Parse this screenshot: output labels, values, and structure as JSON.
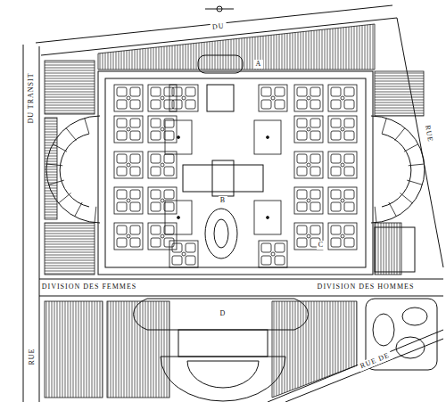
{
  "diagram": {
    "labels": [
      "DU TRANSIT",
      "RUE",
      "RUE",
      "DU",
      "DIVISION DES FEMMES",
      "DIVISION DES HOMMES",
      "A",
      "B",
      "C",
      "D",
      "RUE DE"
    ]
  }
}
